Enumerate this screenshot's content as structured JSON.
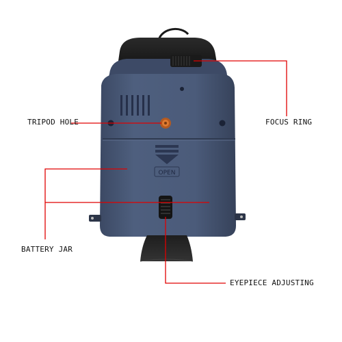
{
  "labels": {
    "tripod_hole": "TRIPOD HOLE",
    "focus_ring": "FOCUS RING",
    "battery_jar": "BATTERY JAR",
    "eyepiece_adjusting": "EYEPIECE ADJUSTING"
  },
  "device": {
    "cover_text": "OPEN"
  },
  "colors": {
    "body": "#4a5a78",
    "body_dark": "#3a4862",
    "rubber": "#222222",
    "callout_line": "#e00000",
    "tripod_socket": "#e07a30"
  }
}
